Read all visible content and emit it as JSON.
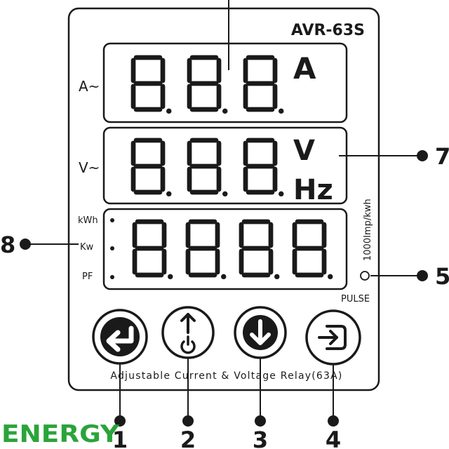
{
  "device": {
    "model": "AVR-63S",
    "subtitle": "Adjustable Current & Voltage Relay(63A)",
    "pulse_rate": "1000Imp/kwh",
    "pulse_label": "PULSE"
  },
  "displays": {
    "current": {
      "side_label": "A~",
      "unit": "A",
      "digits": [
        "8",
        "8",
        "8"
      ]
    },
    "voltage": {
      "side_label": "V~",
      "unit": "V",
      "unit2": "Hz",
      "digits": [
        "8",
        "8",
        "8"
      ]
    },
    "energy": {
      "side_labels": [
        "kWh",
        "Kw",
        "PF"
      ],
      "digits": [
        "8",
        "8",
        "8",
        "8"
      ]
    }
  },
  "buttons": [
    {
      "name": "enter-button",
      "icon": "enter-arrow-icon"
    },
    {
      "name": "up-power-button",
      "icon": "up-arrow-power-icon"
    },
    {
      "name": "down-button",
      "icon": "down-arrow-icon"
    },
    {
      "name": "exit-button",
      "icon": "exit-arrow-icon"
    }
  ],
  "callouts": {
    "enter": "1",
    "up_power": "2",
    "down": "3",
    "exit": "4",
    "pulse_led": "5",
    "voltage_display": "7",
    "energy_labels": "8"
  },
  "brand": {
    "text": "ENERGY",
    "color": "#2aa43a"
  },
  "colors": {
    "ink": "#1a1a1a",
    "panel_line": "#1a1a1a",
    "background": "#ffffff"
  }
}
